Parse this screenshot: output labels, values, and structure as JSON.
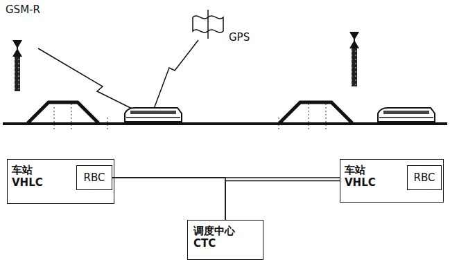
{
  "diagram": {
    "nodes": [
      {
        "text": [
          "车站 VHLC"
        ]
      },
      {
        "text": [
          "RBC"
        ],
        "in": 0
      },
      {
        "text": [
          "车站 VHLC"
        ]
      },
      {
        "text": [
          "RBC"
        ],
        "in": 2
      },
      {
        "text": [
          "调度中心 CTC"
        ]
      }
    ],
    "edges": [
      {
        "from": 1,
        "to": 2,
        "arrow": "none"
      },
      {
        "from": 1,
        "to": 4,
        "arrow": "none"
      },
      {
        "from": 2,
        "to": 4,
        "arrow": "none"
      }
    ],
    "labels": [
      "GSM-R",
      "GPS"
    ]
  }
}
